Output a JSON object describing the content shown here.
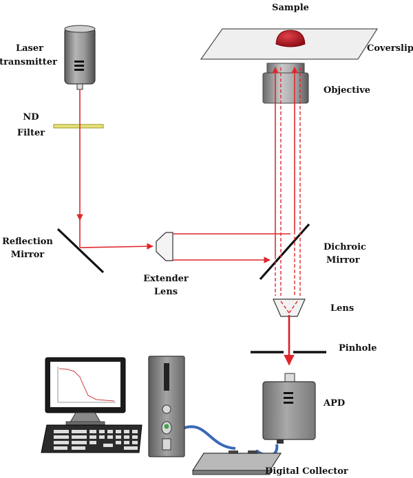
{
  "labels": {
    "sample": "Sample",
    "coverslip": "Coverslip",
    "objective": "Objective",
    "laser_line1": "Laser",
    "laser_line2": "transmitter",
    "nd_line1": "ND",
    "nd_line2": "Filter",
    "reflection_line1": "Reflection",
    "reflection_line2": "Mirror",
    "extender_line1": "Extender",
    "extender_line2": "Lens",
    "dichroic_line1": "Dichroic",
    "dichroic_line2": "Mirror",
    "lens": "Lens",
    "pinhole": "Pinhole",
    "apd": "APD",
    "digital_collector": "Digital Collector"
  },
  "colors": {
    "beam": "#e0262b",
    "sample": "#b3121b",
    "cable": "#3a67b8",
    "device_gray": "#8c8c8c"
  }
}
